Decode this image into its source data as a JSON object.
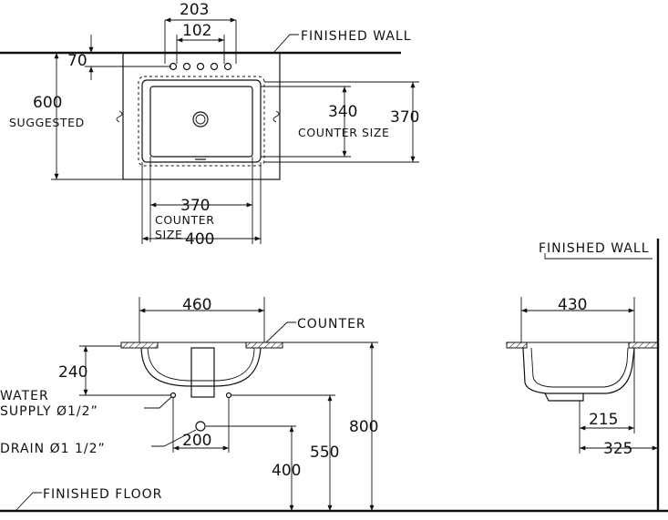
{
  "plan": {
    "label_203": "203",
    "label_102": "102",
    "label_70": "70",
    "label_600": "600",
    "label_suggested": "SUGGESTED",
    "label_finished_wall": "FINISHED WALL",
    "label_340": "340",
    "label_370_right": "370",
    "label_counter_size_right": "COUNTER SIZE",
    "label_370_bottom": "370",
    "label_counter": "COUNTER",
    "label_size": "SIZE",
    "label_400": "400"
  },
  "front": {
    "label_460": "460",
    "label_counter": "COUNTER",
    "label_240": "240",
    "label_water": "WATER",
    "label_supply": "SUPPLY Ø1/2”",
    "label_drain": "DRAIN Ø1 1/2”",
    "label_200": "200",
    "label_800": "800",
    "label_550": "550",
    "label_400": "400",
    "label_finished_floor": "FINISHED FLOOR"
  },
  "side": {
    "label_finished_wall": "FINISHED WALL",
    "label_430": "430",
    "label_215": "215",
    "label_325": "325"
  }
}
